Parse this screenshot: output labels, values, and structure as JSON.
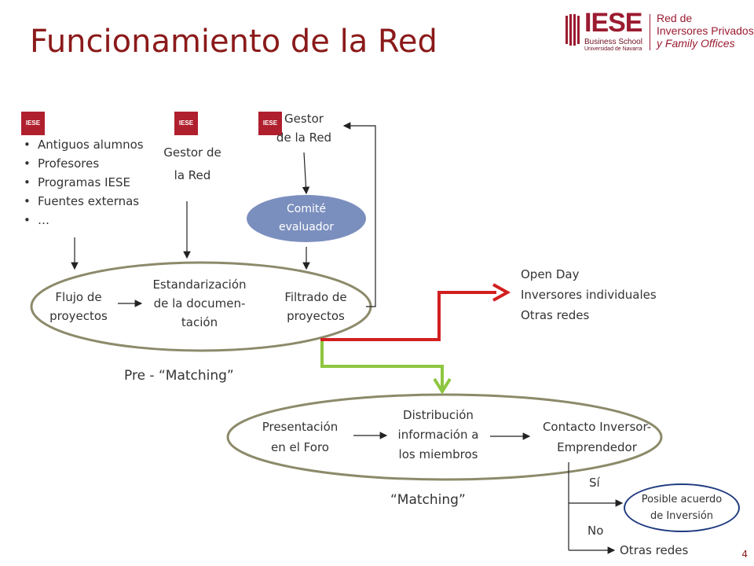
{
  "title": "Funcionamiento de la Red",
  "branding": {
    "logo_word": "IESE",
    "business_school": "Business School",
    "university": "Universidad de Navarra",
    "network_line1": "Red de",
    "network_line2": "Inversores Privados",
    "network_line3": "y Family Offices",
    "small_logo": "IESE",
    "colors": {
      "brand": "#9b1b30",
      "title": "#8b1a1a",
      "committee": "#7b8fbe",
      "red_path": "#d21f1f",
      "green_path": "#8dc63f",
      "ellipse": "#8c8a6a"
    }
  },
  "sources": [
    "Antiguos  alumnos",
    "Profesores",
    "Programas IESE",
    "Fuentes externas",
    "…"
  ],
  "gestor_red_a": [
    "Gestor de",
    "la Red"
  ],
  "gestor_red_b": [
    "Gestor",
    "de la Red"
  ],
  "comite": [
    "Comité",
    "evaluador"
  ],
  "pre_matching": {
    "steps": [
      [
        "Flujo de",
        "proyectos"
      ],
      [
        "Estandarización",
        "de la documen-",
        "tación"
      ],
      [
        "Filtrado de",
        "proyectos"
      ]
    ],
    "label": "Pre - “Matching”"
  },
  "outlets": [
    "Open Day",
    "Inversores individuales",
    "Otras redes"
  ],
  "matching": {
    "steps": [
      [
        "Presentación",
        "en el Foro"
      ],
      [
        "Distribución",
        "información a",
        "los miembros"
      ],
      [
        "Contacto Inversor-",
        "Emprendedor"
      ]
    ],
    "label": "“Matching”"
  },
  "decision": {
    "yes": "Sí",
    "no": "No",
    "yes_outcome": [
      "Posible acuerdo",
      "de Inversión"
    ],
    "no_outcome": "Otras redes"
  },
  "page_number": "4"
}
